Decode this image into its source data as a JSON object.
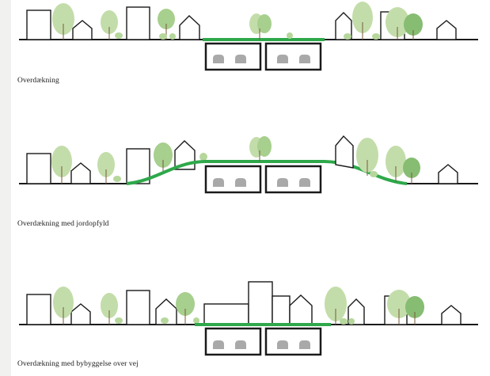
{
  "panels": [
    {
      "caption": "Overdækning"
    },
    {
      "caption": "Overdækning med jordopfyld"
    },
    {
      "caption": "Overdækning med bybyggelse over vej"
    }
  ],
  "colors": {
    "line": "#1a1a1a",
    "green": "#2ea84a",
    "tree_light": "#c3ddaa",
    "tree_mid": "#a7cf8e",
    "tree_dark": "#86bd72",
    "trunk": "#7a5a3a",
    "car": "#a9a9a9",
    "page_bg": "#f1f1ef"
  }
}
